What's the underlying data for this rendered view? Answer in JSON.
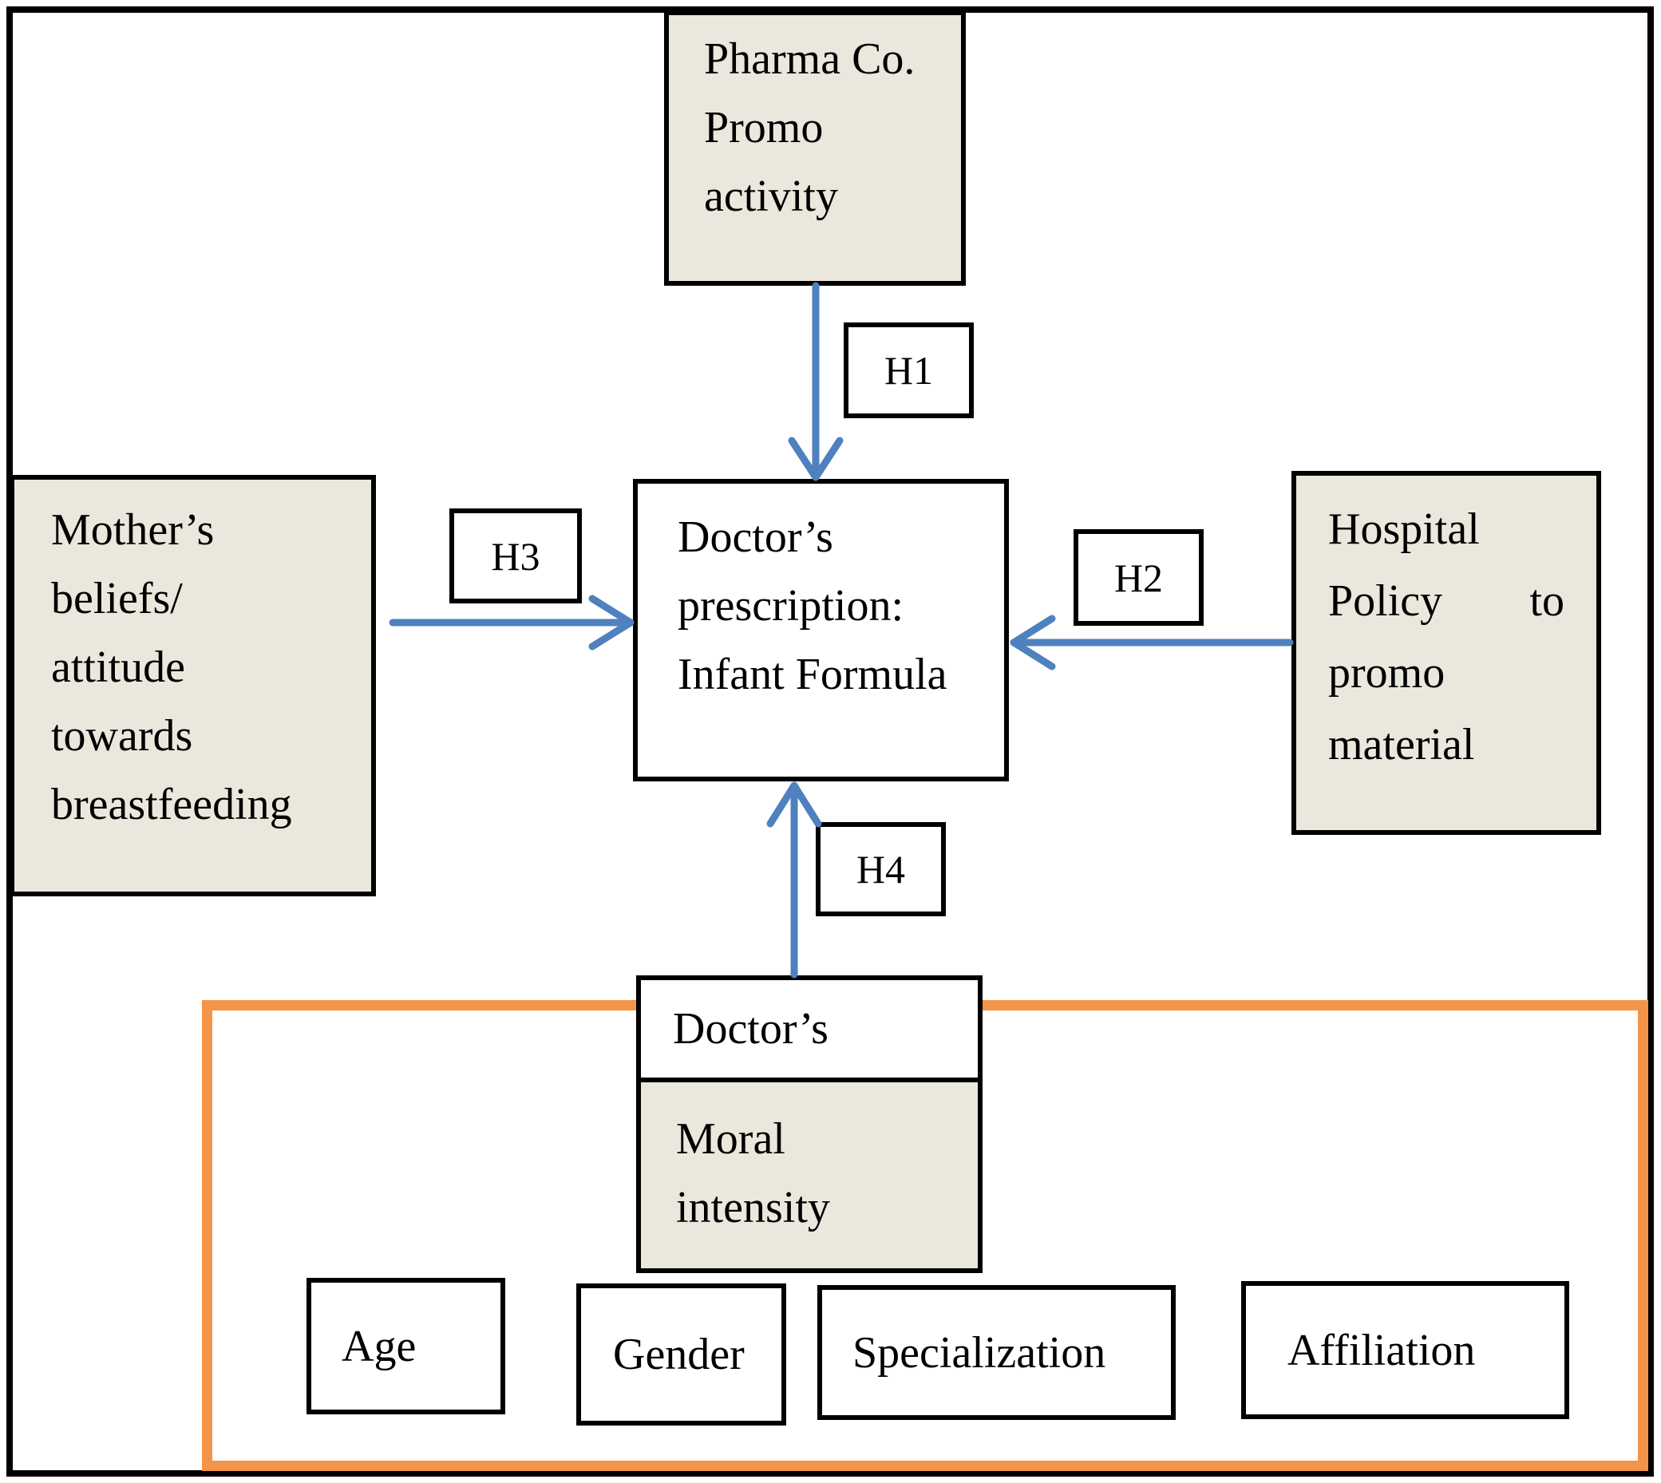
{
  "diagram": {
    "boxes": {
      "pharma_promo": {
        "lines": [
          "Pharma Co.",
          "Promo",
          "activity"
        ]
      },
      "mothers_beliefs": {
        "lines": [
          "Mother’s",
          "beliefs/",
          "attitude",
          "towards",
          "breastfeeding"
        ]
      },
      "hospital_policy": {
        "line1": "Hospital",
        "line2_word1": "Policy",
        "line2_word2": "to",
        "line3": "promo",
        "line4": "material"
      },
      "doctors_prescription": {
        "lines": [
          "Doctor’s",
          "prescription:",
          "Infant Formula"
        ]
      },
      "doctors_header": {
        "label": "Doctor’s"
      },
      "moral_intensity": {
        "lines": [
          "Moral",
          "intensity"
        ]
      },
      "demographics": {
        "age": "Age",
        "gender": "Gender",
        "specialization": "Specialization",
        "affiliation": "Affiliation"
      }
    },
    "hypothesis_labels": {
      "h1": "H1",
      "h2": "H2",
      "h3": "H3",
      "h4": "H4"
    },
    "colors": {
      "box_fill_beige": "#EAE7DC",
      "arrow_blue": "#4E81BE",
      "moderator_frame_orange": "#F49449",
      "border_black": "#000000"
    }
  }
}
